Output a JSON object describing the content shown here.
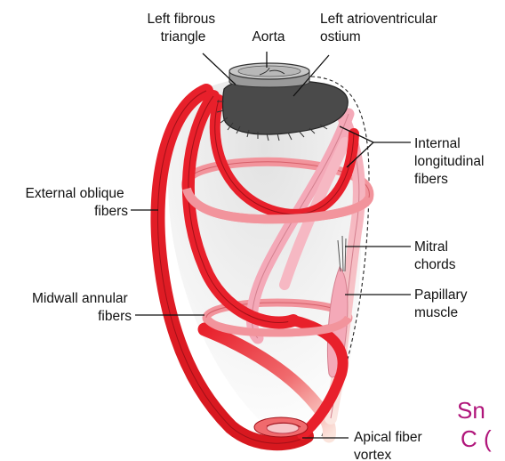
{
  "labels": {
    "left_fibrous_triangle": [
      "Left fibrous",
      "triangle"
    ],
    "aorta": "Aorta",
    "left_atrioventricular_ostium": [
      "Left atrioventricular",
      "ostium"
    ],
    "internal_longitudinal_fibers": [
      "Internal",
      "longitudinal",
      "fibers"
    ],
    "external_oblique_fibers": [
      "External oblique",
      "fibers"
    ],
    "mitral_chords": [
      "Mitral",
      "chords"
    ],
    "midwall_annular_fibers": [
      "Midwall annular",
      "fibers"
    ],
    "papillary_muscle": [
      "Papillary",
      "muscle"
    ],
    "apical_fiber_vortex": [
      "Apical fiber",
      "vortex"
    ]
  },
  "watermark": [
    "Sn",
    "C ("
  ],
  "colors": {
    "external_fiber": "#e8202b",
    "internal_fiber": "#f4a9b8",
    "annular_fiber": "#f2949c",
    "ostium": "#4a4a4a",
    "aorta_ring": "#bdbdbd",
    "watermark": "#b0157a"
  }
}
